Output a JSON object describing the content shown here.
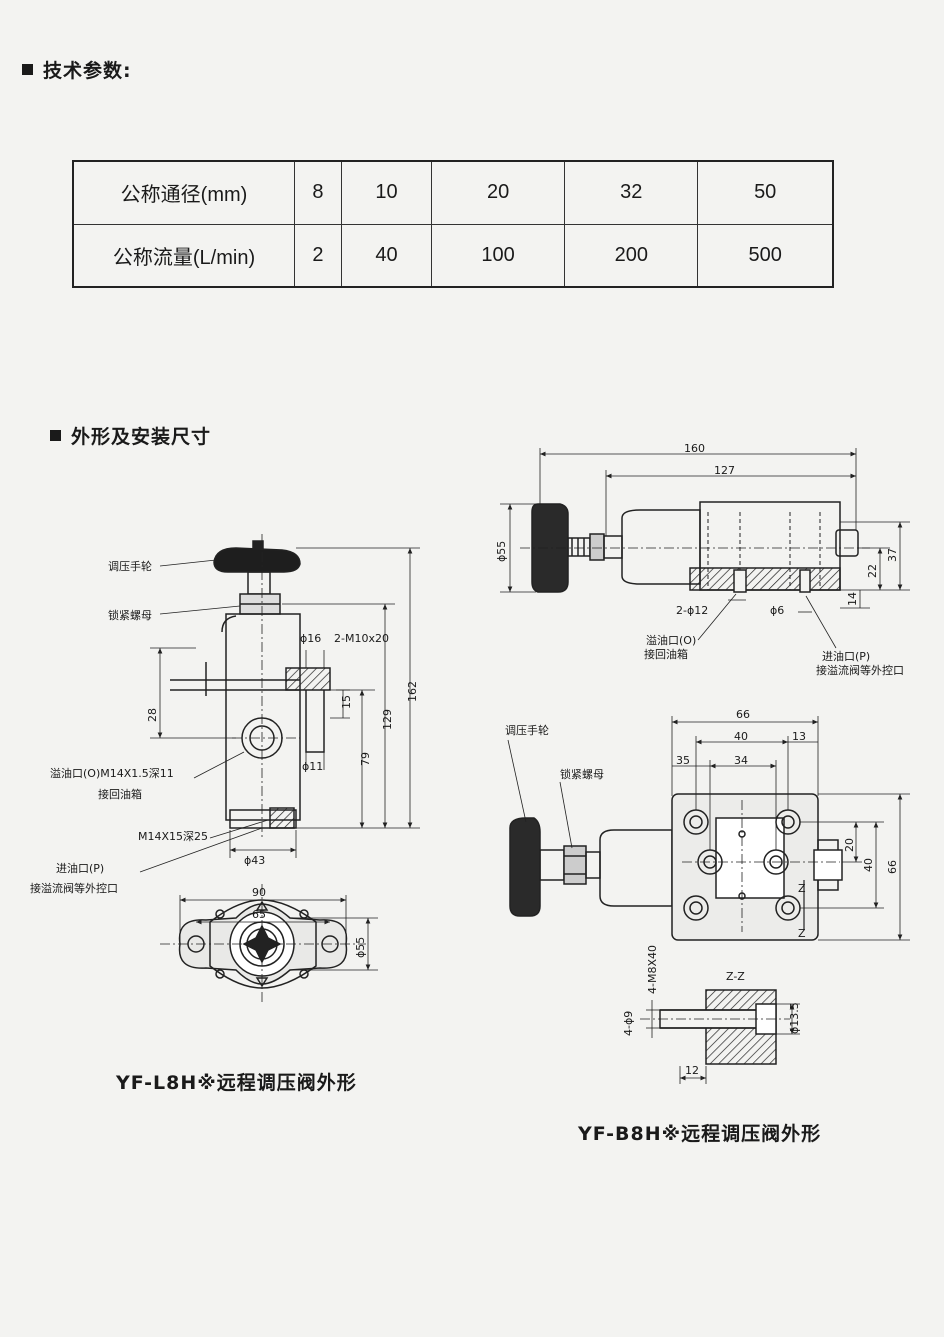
{
  "sections": {
    "tech_params": "技术参数:",
    "dimensions": "外形及安装尺寸"
  },
  "table": {
    "rows": [
      {
        "label": "公称通径(mm)",
        "values": [
          "8",
          "10",
          "20",
          "32",
          "50"
        ]
      },
      {
        "label": "公称流量(L/min)",
        "values": [
          "2",
          "40",
          "100",
          "200",
          "500"
        ]
      }
    ]
  },
  "drawing_l": {
    "caption": "YF-L8H※远程调压阀外形",
    "labels": {
      "handwheel": "调压手轮",
      "locknut": "锁紧螺母",
      "overflow_port": "溢油口(O)M14X1.5深11",
      "return_tank": "接回油箱",
      "mount_thread": "M14X15深25",
      "inlet_port": "进油口(P)",
      "inlet_conn": "接溢流阀等外控口"
    },
    "dims": {
      "d16": "ϕ16",
      "m10": "2-M10x20",
      "d15": "15",
      "d11": "ϕ11",
      "d28": "28",
      "d79": "79",
      "d129": "129",
      "d162": "162",
      "d43": "ϕ43",
      "d90": "90",
      "d65": "65",
      "d55": "ϕ55"
    }
  },
  "drawing_b": {
    "caption": "YF-B8H※远程调压阀外形",
    "labels": {
      "overflow_port": "溢油口(O)",
      "return_tank": "接回油箱",
      "inlet_port": "进油口(P)",
      "inlet_conn": "接溢流阀等外控口",
      "handwheel": "调压手轮",
      "locknut": "锁紧螺母",
      "section": "Z-Z",
      "z1": "Z",
      "z2": "Z"
    },
    "dims": {
      "d160": "160",
      "d127": "127",
      "d55": "ϕ55",
      "d37": "37",
      "d22": "22",
      "d14": "14",
      "d12": "2-ϕ12",
      "d6": "ϕ6",
      "d66w": "66",
      "d40w": "40",
      "d13": "13",
      "d35": "35",
      "d34": "34",
      "d20": "20",
      "d40h": "40",
      "d66h": "66",
      "m8": "4-M8X40",
      "d9": "4-ϕ9",
      "d135": "ϕ13.5",
      "d12b": "12"
    }
  }
}
